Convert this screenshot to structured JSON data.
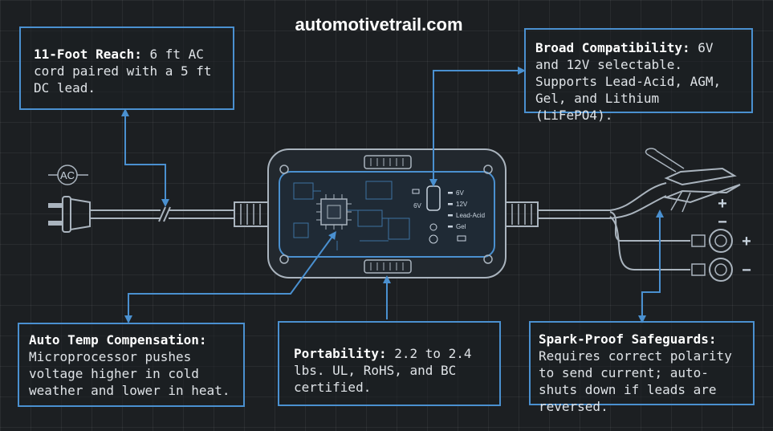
{
  "header": {
    "site": "automotivetrail.com"
  },
  "callouts": {
    "reach": {
      "title": "11-Foot Reach:",
      "text": "6 ft AC cord paired with a 5 ft DC lead."
    },
    "compat": {
      "title": "Broad Compatibility:",
      "text": "6V and 12V selectable. Supports Lead-Acid, AGM, Gel, and Lithium (LiFePO4)."
    },
    "temp": {
      "title": "Auto Temp Compensation:",
      "text": "Microprocessor pushes voltage higher in cold weather and lower in heat."
    },
    "portability": {
      "title": "Portability:",
      "text": "2.2 to 2.4 lbs. UL, RoHS, and BC certified."
    },
    "spark": {
      "title": "Spark-Proof Safeguards:",
      "text": "Requires correct polarity to send current; auto-shuts down if leads are reversed."
    }
  },
  "device": {
    "ac_badge": "AC",
    "button_label": "6V",
    "modes": [
      "6V",
      "12V",
      "Lead-Acid",
      "Gel"
    ],
    "clamp_plus": "+",
    "clamp_minus": "−",
    "ring_plus": "+",
    "ring_minus": "−"
  },
  "colors": {
    "accent": "#4a90d0",
    "background": "#1c1f22",
    "line": "#aab4be"
  }
}
